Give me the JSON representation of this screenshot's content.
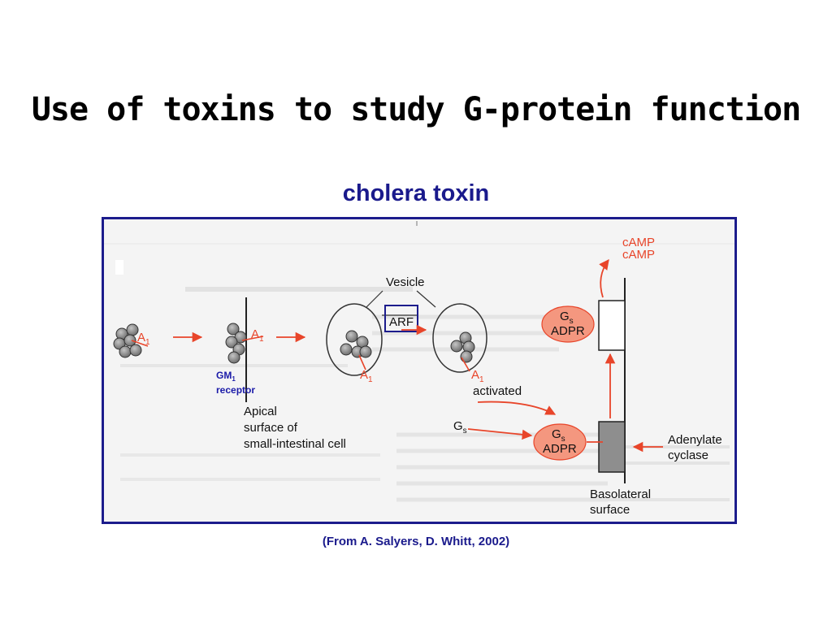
{
  "title": "Use of toxins to study G-protein function",
  "subtitle": "cholera toxin",
  "citation": "(From A. Salyers, D. Whitt, 2002)",
  "diagram": {
    "a1_label": "A",
    "a1_sub": "1",
    "gm1_label": "GM",
    "gm1_sub": "1",
    "receptor_label": "receptor",
    "apical_line1": "Apical",
    "apical_line2": "surface of",
    "apical_line3": "small-intestinal cell",
    "vesicle_label": "Vesicle",
    "arf_label": "ARF",
    "activated_label": "activated",
    "gs_label": "G",
    "gs_sub": "s",
    "adpr_label": "ADPR",
    "camp_1": "cAMP",
    "camp_2": "cAMP",
    "adenylate_line1": "Adenylate",
    "adenylate_line2": "cyclase",
    "basolateral_line1": "Basolateral",
    "basolateral_line2": "surface"
  },
  "colors": {
    "title": "#000000",
    "subtitle": "#1a1a8c",
    "frame": "#1c1c8c",
    "arrow": "#e8452a",
    "oval_fill": "#f4977f",
    "toxin_sphere": "#8a8a8a"
  }
}
